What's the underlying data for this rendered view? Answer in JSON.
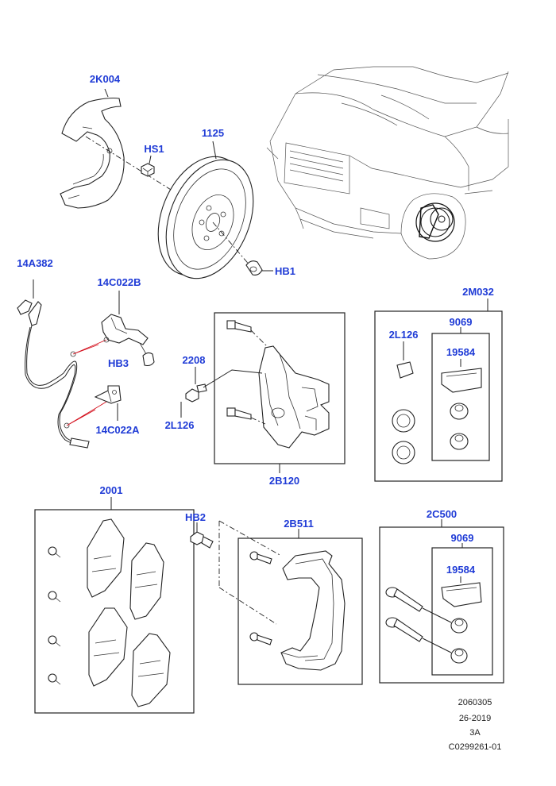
{
  "callouts": {
    "shield": "2K004",
    "shield_bolt": "HS1",
    "disc": "1125",
    "disc_bolt": "HB1",
    "sensor": "14A382",
    "bracket_upper": "14C022B",
    "bracket_bolt": "HB3",
    "bracket_lower": "14C022A",
    "bleed_screw": "2208",
    "bleed_cap": "2L126",
    "caliper": "2B120",
    "seal_kit": "2M032",
    "seal_cap": "2L126",
    "kit_9069_a": "9069",
    "kit_19584_a": "19584",
    "pads": "2001",
    "carrier_bolt": "HB2",
    "carrier": "2B511",
    "guide_kit": "2C500",
    "kit_9069_b": "9069",
    "kit_19584_b": "19584"
  },
  "footer": {
    "line1": "2060305",
    "line2": "26-2019",
    "line3": "3A",
    "line4": "C0299261-01"
  },
  "colors": {
    "callout": "#1f3bd6",
    "leader": "#d4111e",
    "line": "#222222"
  }
}
